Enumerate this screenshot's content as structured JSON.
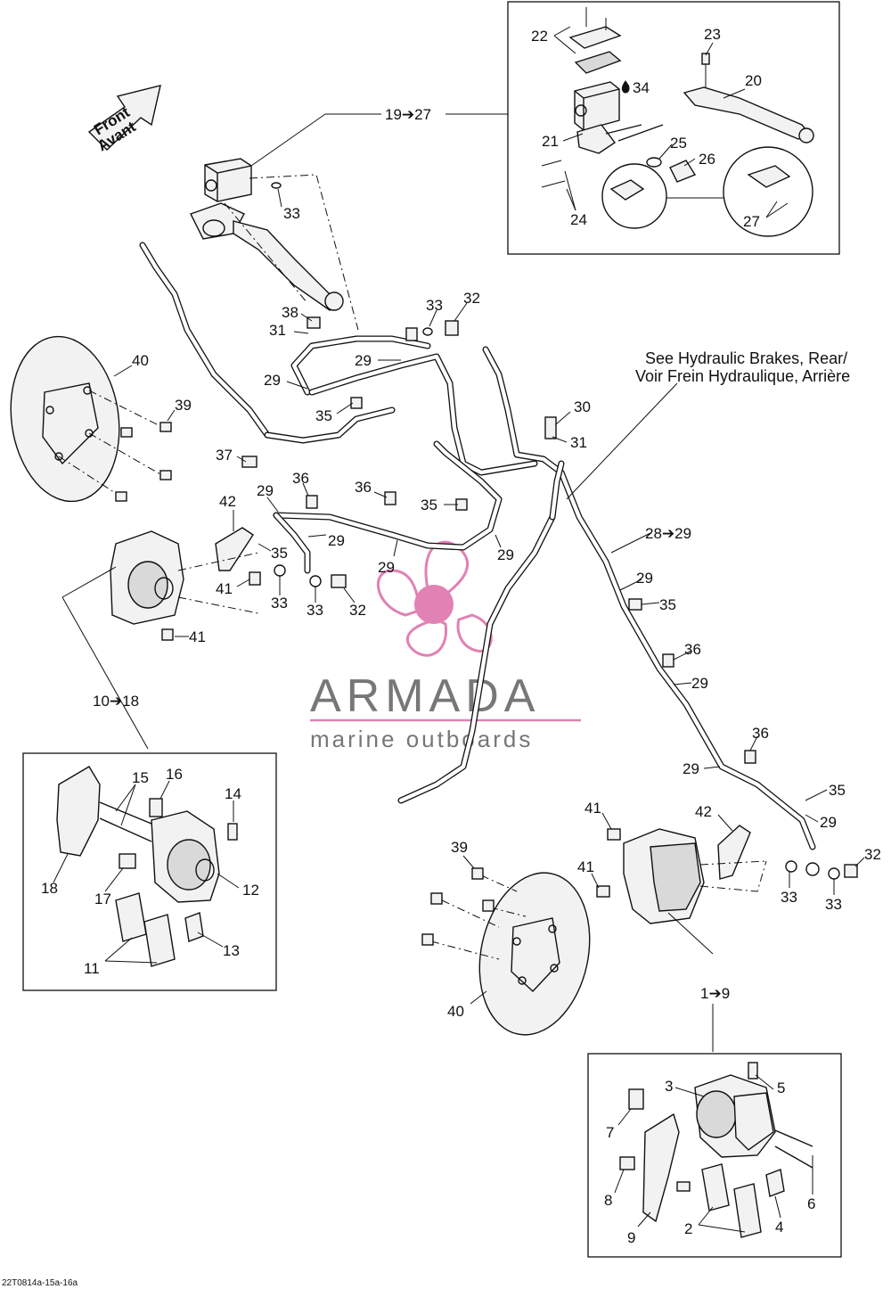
{
  "diagram": {
    "front_arrow": {
      "line1": "Front",
      "line2": "Avant"
    },
    "see_note": {
      "line1": "See  Hydraulic Brakes, Rear/",
      "line2": "Voir Frein Hydraulique, Arrière"
    },
    "reference_code": "22T0814a-15a-16a",
    "watermark": {
      "title": "ARMADA",
      "subtitle": "marine outboards",
      "brand_color": "#e07bb0"
    },
    "group_labels": {
      "g19_27": "19➔27",
      "g10_18": "10➔18",
      "g1_9": "1➔9",
      "g28_29": "28➔29"
    },
    "callouts": {
      "c22": "22",
      "c23": "23",
      "c34": "34",
      "c20": "20",
      "c21": "21",
      "c25": "25",
      "c26": "26",
      "c24": "24",
      "c27": "27",
      "c33a": "33",
      "c38": "38",
      "c31a": "31",
      "c33b": "33",
      "c32a": "32",
      "c40a": "40",
      "c39a": "39",
      "c29a": "29",
      "c29b": "29",
      "c35a": "35",
      "c37": "37",
      "c30": "30",
      "c31b": "31",
      "c42a": "42",
      "c29c": "29",
      "c36a": "36",
      "c36b": "36",
      "c35b": "35",
      "c29d": "29",
      "c35c": "35",
      "c29e": "29",
      "c29f": "29",
      "c41a": "41",
      "c33c": "33",
      "c33d": "33",
      "c32b": "32",
      "c41b": "41",
      "c29g": "29",
      "c35d": "35",
      "c36c": "36",
      "c29h": "29",
      "c36d": "36",
      "c29i": "29",
      "c35e": "35",
      "c29j": "29",
      "c42b": "42",
      "c41c": "41",
      "c41d": "41",
      "c32c": "32",
      "c33e": "33",
      "c33f": "33",
      "c39b": "39",
      "c40b": "40",
      "c15": "15",
      "c16": "16",
      "c14": "14",
      "c18": "18",
      "c17": "17",
      "c12": "12",
      "c13": "13",
      "c11": "11",
      "c3": "3",
      "c5": "5",
      "c7": "7",
      "c8": "8",
      "c9": "9",
      "c2": "2",
      "c4": "4",
      "c6": "6"
    }
  }
}
